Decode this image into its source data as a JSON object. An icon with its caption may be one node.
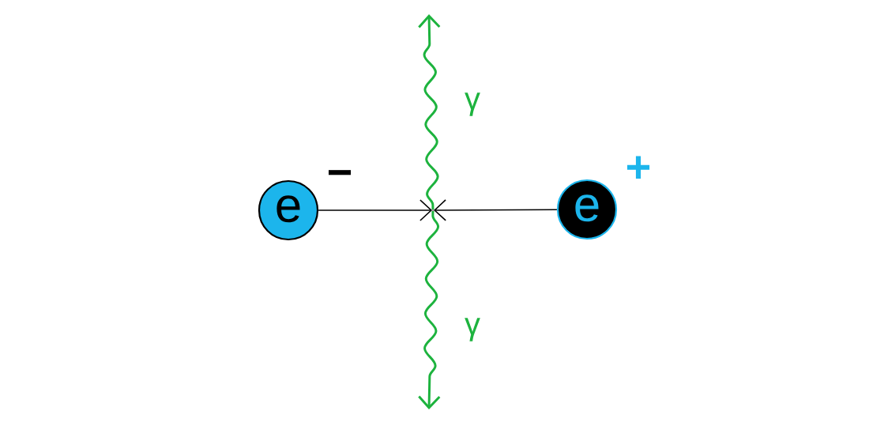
{
  "diagram": {
    "nodes": [
      {
        "text": [
          "e"
        ],
        "beside": [
          "−"
        ]
      },
      {
        "text": [
          "e"
        ],
        "beside": [
          "+"
        ]
      },
      {
        "text": [],
        "shape": "point"
      }
    ],
    "edges": [
      {
        "from": 0,
        "to": 2,
        "arrow": "to"
      },
      {
        "from": 1,
        "to": 2,
        "arrow": "to"
      },
      {
        "from": 2,
        "to": null,
        "arrow": "to",
        "label": "γ",
        "color": "#1db33e"
      },
      {
        "from": 2,
        "to": null,
        "arrow": "to",
        "label": "γ",
        "color": "#1db33e"
      }
    ]
  }
}
